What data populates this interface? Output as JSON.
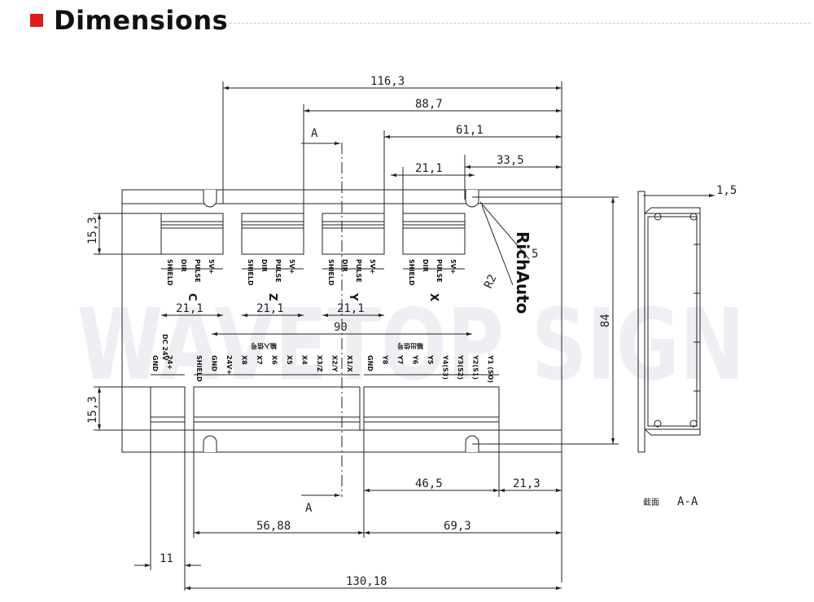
{
  "header": {
    "title": "Dimensions"
  },
  "watermark": "WAVETOP SIGN",
  "brand": "RichAuto",
  "dimensions": {
    "d116": "116,3",
    "d88": "88,7",
    "d61": "61,1",
    "d33": "33,5",
    "d21top": "21,1",
    "d15top": "15,3",
    "d15bot": "15,3",
    "r5": "5",
    "r2": "R2",
    "d21a": "21,1",
    "d21b": "21,1",
    "d21c": "21,1",
    "d90": "90",
    "d84": "84",
    "d15side": "1,5",
    "d46": "46,5",
    "d21r": "21,3",
    "d56": "56,88",
    "d69": "69,3",
    "d11": "11",
    "d130": "130,18"
  },
  "section_marks": {
    "top": "A",
    "bottom": "A"
  },
  "section_view": {
    "label_cn": "截面",
    "label": "A-A"
  },
  "axes": {
    "c": "C",
    "z": "Z",
    "y": "Y",
    "x": "X"
  },
  "motor_terminals": [
    "SHIELD",
    "DIR",
    "PULSE",
    "5V+"
  ],
  "power": {
    "label": "DC 24V",
    "pins": [
      "GND",
      "24+"
    ]
  },
  "input_group_label": "输入信号",
  "output_group_label": "输出信号",
  "inputs": [
    "SHIELD",
    "GND",
    "24V+",
    "X8",
    "X7",
    "X6",
    "X5",
    "X4",
    "X3/Z",
    "X2/Y",
    "X1/X"
  ],
  "outputs": [
    "GND",
    "Y8",
    "Y7",
    "Y6",
    "Y5",
    "Y4(S3)",
    "Y3(S2)",
    "Y2(S1)",
    "Y1 (SO)"
  ]
}
